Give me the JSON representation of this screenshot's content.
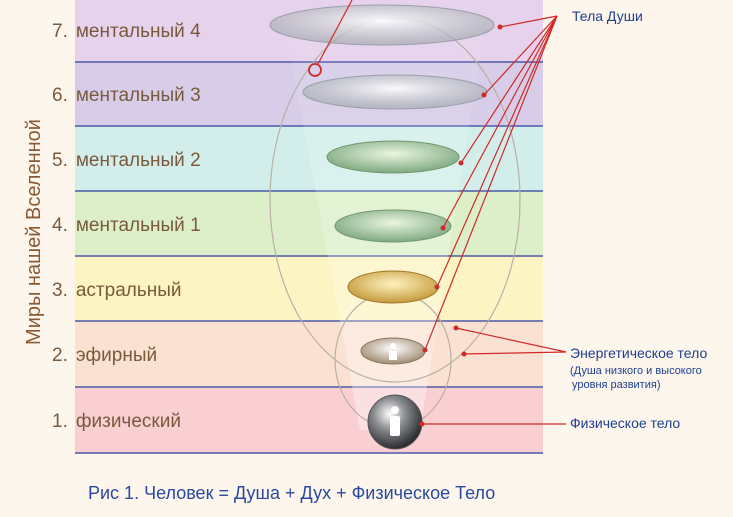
{
  "side_label": "Миры нашей Вселенной",
  "worlds": [
    {
      "num": "7.",
      "name": "ментальный 4",
      "color": "#e6d2ec"
    },
    {
      "num": "6.",
      "name": "ментальный 3",
      "color": "#d7cde8"
    },
    {
      "num": "5.",
      "name": "ментальный 2",
      "color": "#d3eeea"
    },
    {
      "num": "4.",
      "name": "ментальный 1",
      "color": "#dcefc9"
    },
    {
      "num": "3.",
      "name": "астральный",
      "color": "#fcf4c2"
    },
    {
      "num": "2.",
      "name": "эфирный",
      "color": "#fbe1d2"
    },
    {
      "num": "1.",
      "name": "физический",
      "color": "#f9cfd2"
    }
  ],
  "annotations": {
    "soul_bodies": "Тела Души",
    "energy_body": "Энергетическое тело",
    "energy_body_note_1": "(Душа низкого и высокого",
    "energy_body_note_2": "уровня развития)",
    "physical_body": "Физическое тело"
  },
  "caption": "Рис 1. Человек = Душа + Дух + Физическое Тело",
  "colors": {
    "divider": "#4a5aa8",
    "pointer": "#d02a2a",
    "annotation_text": "#1f3f8f"
  }
}
